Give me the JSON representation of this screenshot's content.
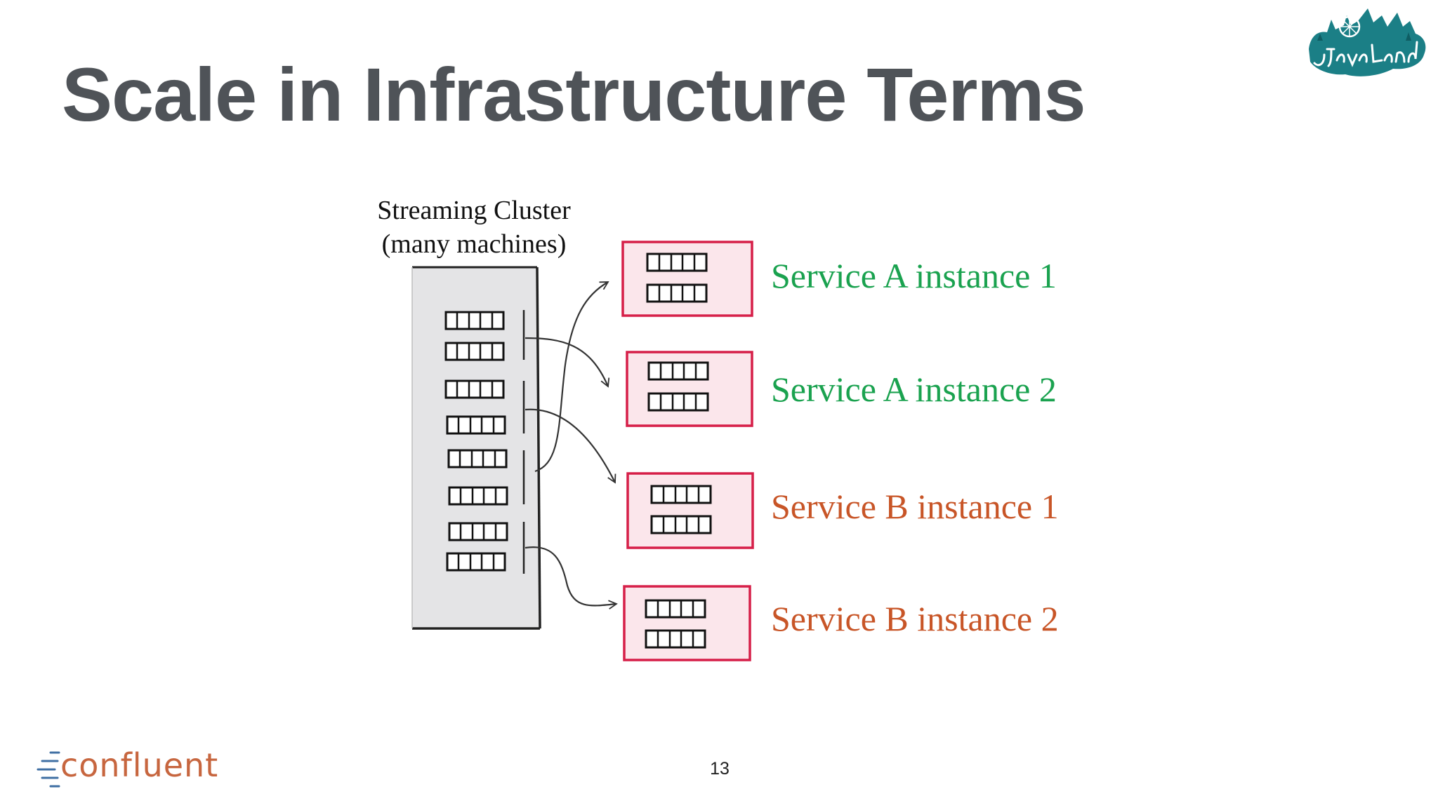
{
  "title": "Scale in Infrastructure Terms",
  "cluster": {
    "label_line1": "Streaming Cluster",
    "label_line2": "(many machines)"
  },
  "services": [
    {
      "label": "Service A instance 1",
      "color": "#1aa24f"
    },
    {
      "label": "Service A instance 2",
      "color": "#1aa24f"
    },
    {
      "label": "Service B instance 1",
      "color": "#c85527"
    },
    {
      "label": "Service B instance 2",
      "color": "#c85527"
    }
  ],
  "colors": {
    "service_box_border": "#d61f48",
    "service_box_fill": "#fbe6eb",
    "cluster_fill": "#e4e4e6",
    "confluent_brand": "#c7663f",
    "confluent_accent": "#3f6fa3",
    "javaland_logo": "#1b7f86"
  },
  "footer": {
    "page_number": "13",
    "brand": "confluent"
  },
  "logo": {
    "name": "javaland-logo",
    "text": "JavaLand"
  }
}
